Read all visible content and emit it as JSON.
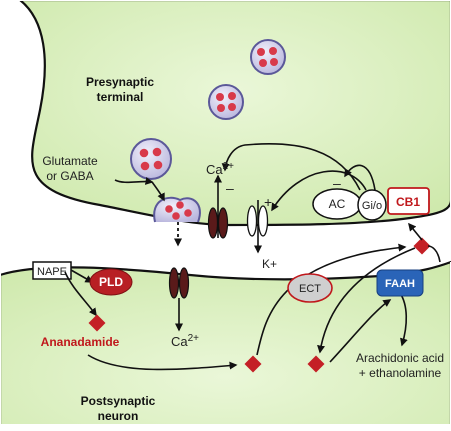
{
  "labels": {
    "presynaptic_1": "Presynaptic",
    "presynaptic_2": "terminal",
    "glutamate_1": "Glutamate",
    "glutamate_2": "or GABA",
    "ca_pre": "Ca",
    "ca_pre_sup": "2+",
    "k_plus": "K+",
    "ac": "AC",
    "gio": "Gi/o",
    "cb1": "CB1",
    "nape": "NAPE",
    "pld": "PLD",
    "anandamide": "Ananadamide",
    "ca_post": "Ca",
    "ca_post_sup": "2+",
    "ect": "ECT",
    "faah": "FAAH",
    "arachidonic_1": "Arachidonic acid",
    "arachidonic_2": "+ ethanolamine",
    "postsynaptic_1": "Postsynaptic",
    "postsynaptic_2": "neuron",
    "minus_ac": "–",
    "minus_ca": "–",
    "plus_k": "+"
  },
  "colors": {
    "membrane_fill": "#d6eeb5",
    "vesicle_fill": "#c8c6e6",
    "vesicle_dot": "#d83a4a",
    "cb1_text": "#c0181c",
    "pld_fill": "#b81f24",
    "faah_fill": "#2a64b8",
    "diamond": "#c42026"
  }
}
